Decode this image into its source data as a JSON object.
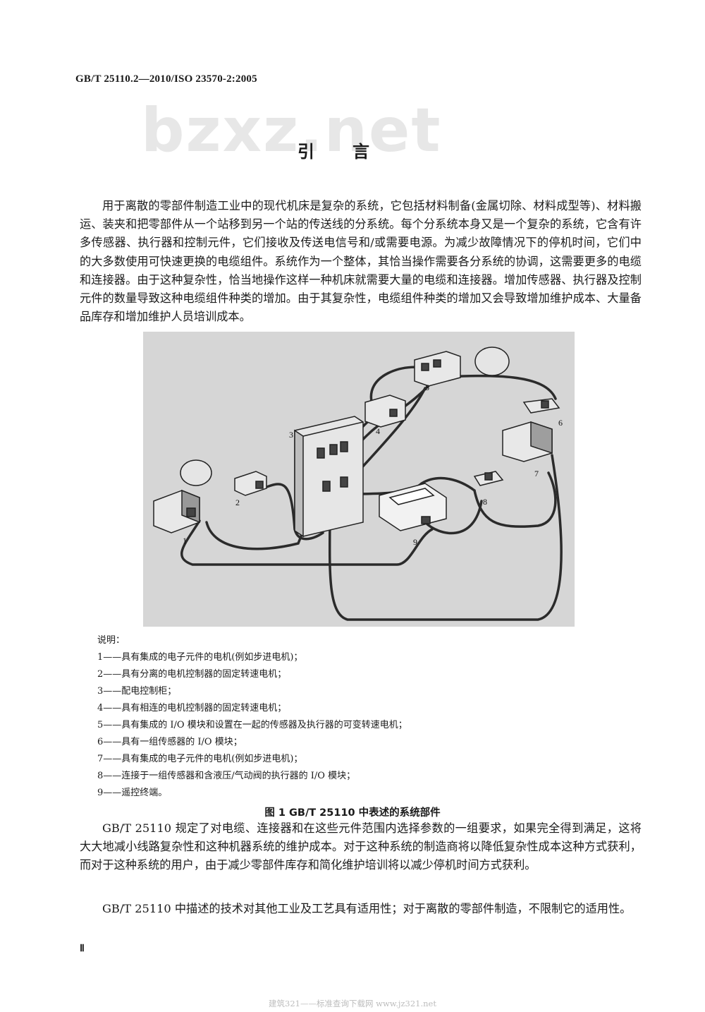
{
  "header": {
    "code": "GB/T 25110.2—2010/ISO 23570-2:2005"
  },
  "watermark": {
    "text": "bzxz.net"
  },
  "section": {
    "title": "引言"
  },
  "paragraphs": {
    "intro": "用于离散的零部件制造工业中的现代机床是复杂的系统，它包括材料制备(金属切除、材料成型等)、材料搬运、装夹和把零部件从一个站移到另一个站的传送线的分系统。每个分系统本身又是一个复杂的系统，它含有许多传感器、执行器和控制元件，它们接收及传送电信号和/或需要电源。为减少故障情况下的停机时间，它们中的大多数使用可快速更换的电缆组件。系统作为一个整体，其恰当操作需要各分系统的协调，这需要更多的电缆和连接器。由于这种复杂性，恰当地操作这样一种机床就需要大量的电缆和连接器。增加传感器、执行器及控制元件的数量导致这种电缆组件种类的增加。由于其复杂性，电缆组件种类的增加又会导致增加维护成本、大量备品库存和增加维护人员培训成本。",
    "after1": "GB/T 25110 规定了对电缆、连接器和在这些元件范围内选择参数的一组要求，如果完全得到满足，这将大大地减小线路复杂性和这种机器系统的维护成本。对于这种系统的制造商将以降低复杂性成本这种方式获利，而对于这种系统的用户，由于减少零部件库存和简化维护培训将以减少停机时间方式获利。",
    "after2": "GB/T 25110 中描述的技术对其他工业及工艺具有适用性；对于离散的零部件制造，不限制它的适用性。"
  },
  "figure": {
    "labels": [
      "1",
      "2",
      "3",
      "4",
      "5",
      "6",
      "7",
      "8",
      "9"
    ],
    "legend_title": "说明：",
    "legend_items": [
      "1——具有集成的电子元件的电机(例如步进电机)；",
      "2——具有分离的电机控制器的固定转速电机；",
      "3——配电控制柜；",
      "4——具有相连的电机控制器的固定转速电机；",
      "5——具有集成的 I/O 模块和设置在一起的传感器及执行器的可变转速电机；",
      "6——具有一组传感器的 I/O 模块；",
      "7——具有集成的电子元件的电机(例如步进电机)；",
      "8——连接于一组传感器和含液压/气动阀的执行器的 I/O 模块；",
      "9——遥控终端。"
    ],
    "caption": "图 1   GB/T 25110 中表述的系统部件"
  },
  "page": {
    "number": "Ⅱ"
  },
  "footer": {
    "text": "建筑321——标准查询下载网    www.jz321.net"
  }
}
